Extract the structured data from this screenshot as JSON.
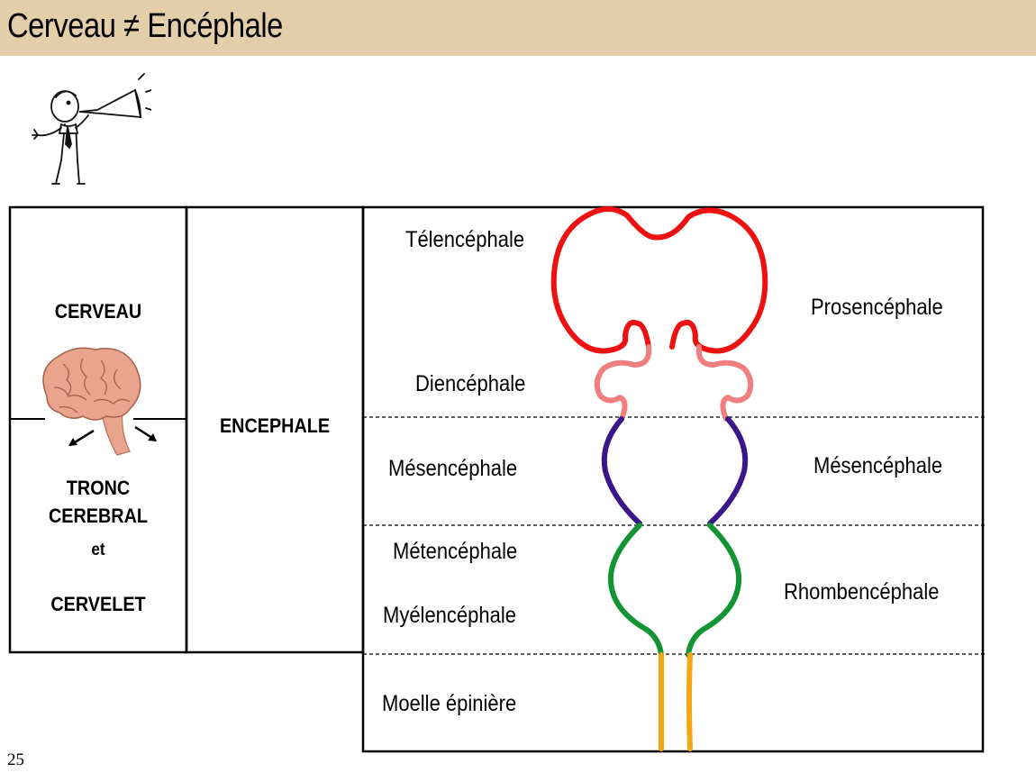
{
  "title": "Cerveau ≠ Encéphale",
  "page_number": "25",
  "left_table": {
    "cerveau": "CERVEAU",
    "tronc_line1": "TRONC",
    "tronc_line2": "CEREBRAL",
    "et": "et",
    "cervelet": "CERVELET",
    "encephale": "ENCEPHALE"
  },
  "regions_left": {
    "telencephale": "Télencéphale",
    "diencephale": "Diencéphale",
    "mesencephale": "Mésencéphale",
    "metencephale": "Métencéphale",
    "myelencephale": "Myélencéphale",
    "moelle": "Moelle épinière"
  },
  "regions_right": {
    "prosencephale": "Prosencéphale",
    "mesencephale": "Mésencéphale",
    "rhombencephale": "Rhombencéphale"
  },
  "colors": {
    "title_bar": "#e2cfaa",
    "telencephale": "#ee1111",
    "diencephale": "#f08080",
    "mesencephale": "#3a168a",
    "rhombencephale": "#129433",
    "moelle": "#f5a713",
    "brain_icon": "#e8a48c"
  },
  "icons": [
    "man-with-megaphone-icon",
    "brain-icon",
    "arrow-icon"
  ]
}
